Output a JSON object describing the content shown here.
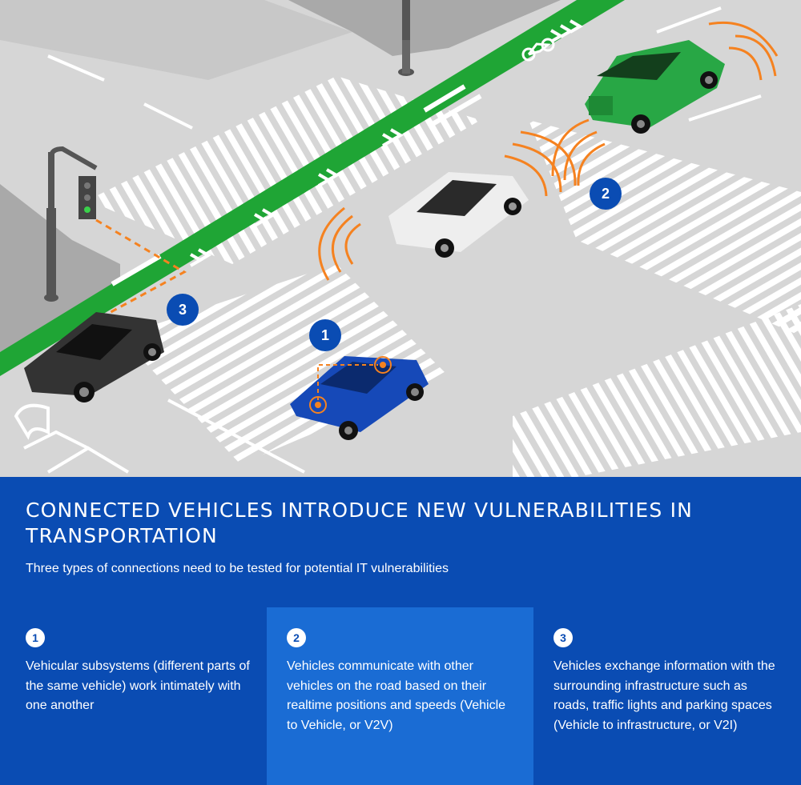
{
  "illustration": {
    "markers": [
      "1",
      "2",
      "3"
    ],
    "bike_icon": "bicycle-icon",
    "colors": {
      "road": "#d6d6d6",
      "sidewalk": "#a9a9a9",
      "bike_lane": "#1fa535",
      "car_1": "#1649b8",
      "car_2": "#eeeeee",
      "car_3_green": "#28a745",
      "car_4_dark": "#333333",
      "signal_waves": "#f58220",
      "marker": "#0a4cb3"
    }
  },
  "header": {
    "title": "CONNECTED VEHICLES INTRODUCE NEW VULNERABILITIES IN TRANSPORTATION",
    "subtitle": "Three types of connections need to be tested for potential IT vulnerabilities"
  },
  "panels": [
    {
      "number": "1",
      "text": "Vehicular subsystems (different parts of the same vehicle) work intimately with one another"
    },
    {
      "number": "2",
      "text": "Vehicles communicate with other vehicles on the road based on their realtime positions and speeds (Vehicle to Vehicle, or V2V)"
    },
    {
      "number": "3",
      "text": "Vehicles exchange information with the surrounding infrastructure such as roads, traffic lights and parking spaces (Vehicle to infrastructure, or V2I)"
    }
  ],
  "colors": {
    "band_dark": "#0a4cb3",
    "band_light": "#1a6cd4",
    "text": "#ffffff"
  }
}
